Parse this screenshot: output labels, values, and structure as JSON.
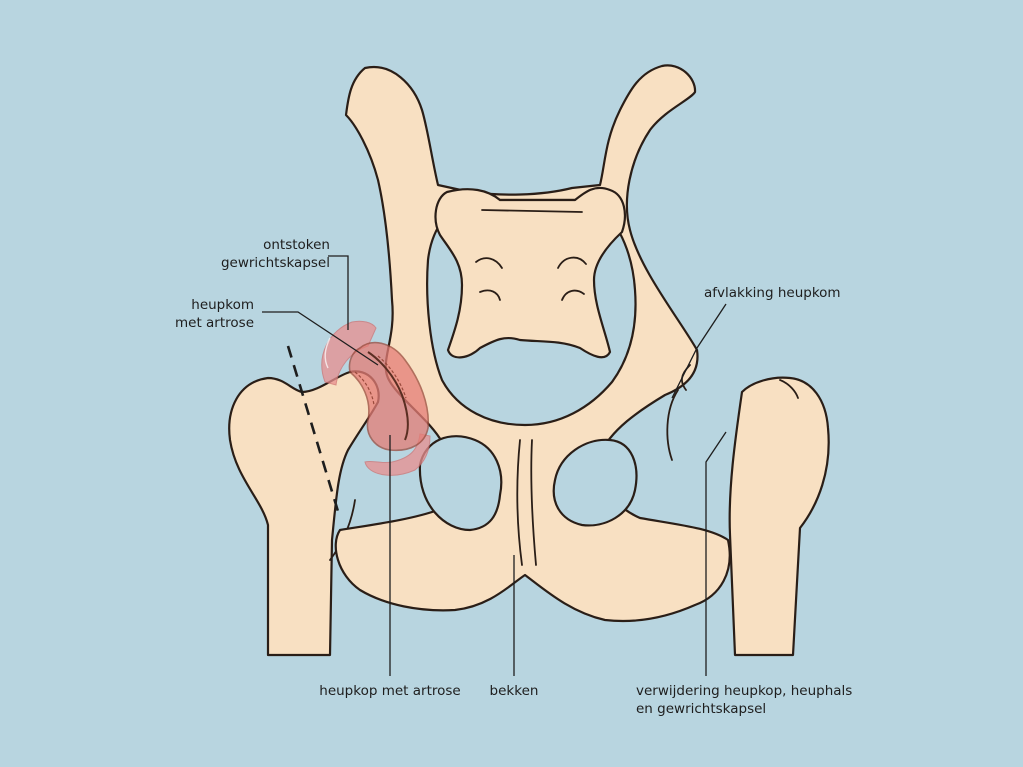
{
  "colors": {
    "background": "#b8d5e0",
    "bone": "#f8e0c2",
    "outline": "#2a1e17",
    "inflamed": "#e88f8f",
    "arthrosis": "#e47d76"
  },
  "labels": {
    "capsule_line1": "ontstoken",
    "capsule_line2": "gewrichtskapsel",
    "socket_line1": "heupkom",
    "socket_line2": "met artrose",
    "flattening": "afvlakking heupkom",
    "head": "heupkop met artrose",
    "pelvis": "bekken",
    "removal_line1": "verwijdering heupkop, heuphals",
    "removal_line2": "en gewrichtskapsel"
  }
}
